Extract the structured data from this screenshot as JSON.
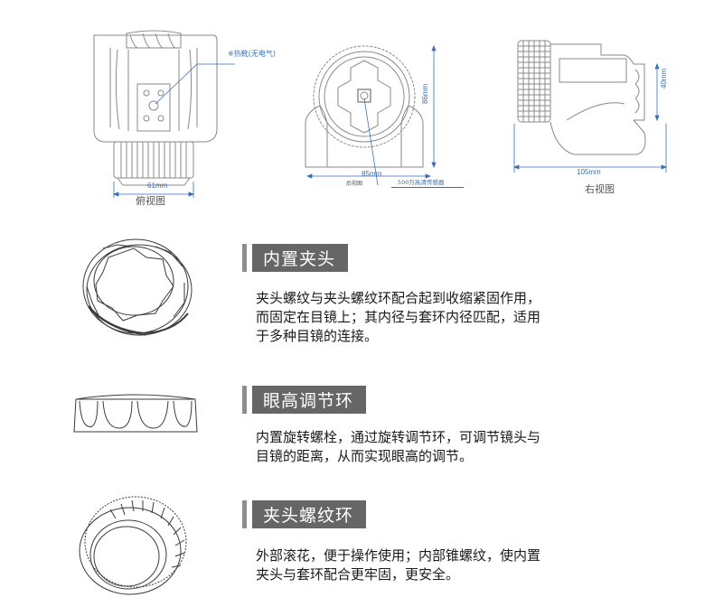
{
  "diagrams": {
    "top_view": {
      "caption": "俯视图",
      "width_dim": "61mm",
      "callout": "※热靴(无电气)"
    },
    "front_view": {
      "width_dim": "85mm",
      "height_dim": "86mm",
      "sub_caption": "后视图",
      "callout": "500万高清传感器"
    },
    "right_view": {
      "caption": "右视图",
      "length_dim": "105mm",
      "height_dim": "40mm"
    }
  },
  "sections": [
    {
      "title": "内置夹头",
      "lines": [
        "夹头螺纹与夹头螺纹环配合起到收缩紧固作用，",
        "而固定在目镜上；其内径与套环内径匹配，适用",
        "于多种目镜的连接。"
      ]
    },
    {
      "title": "眼高调节环",
      "lines": [
        "内置旋转螺栓，通过旋转调节环，可调节镜头与",
        "目镜的距离，从而实现眼高的调节。"
      ]
    },
    {
      "title": "夹头螺纹环",
      "lines": [
        "外部滚花，便于操作使用；内部锥螺纹，使内置",
        "夹头与套环配合更牢固，更安全。"
      ]
    }
  ],
  "colors": {
    "header_bg": "#666666",
    "header_accent": "#8e8e8e",
    "dimension_blue": "#3a6fb0",
    "line_gray": "#7a7a7a"
  }
}
